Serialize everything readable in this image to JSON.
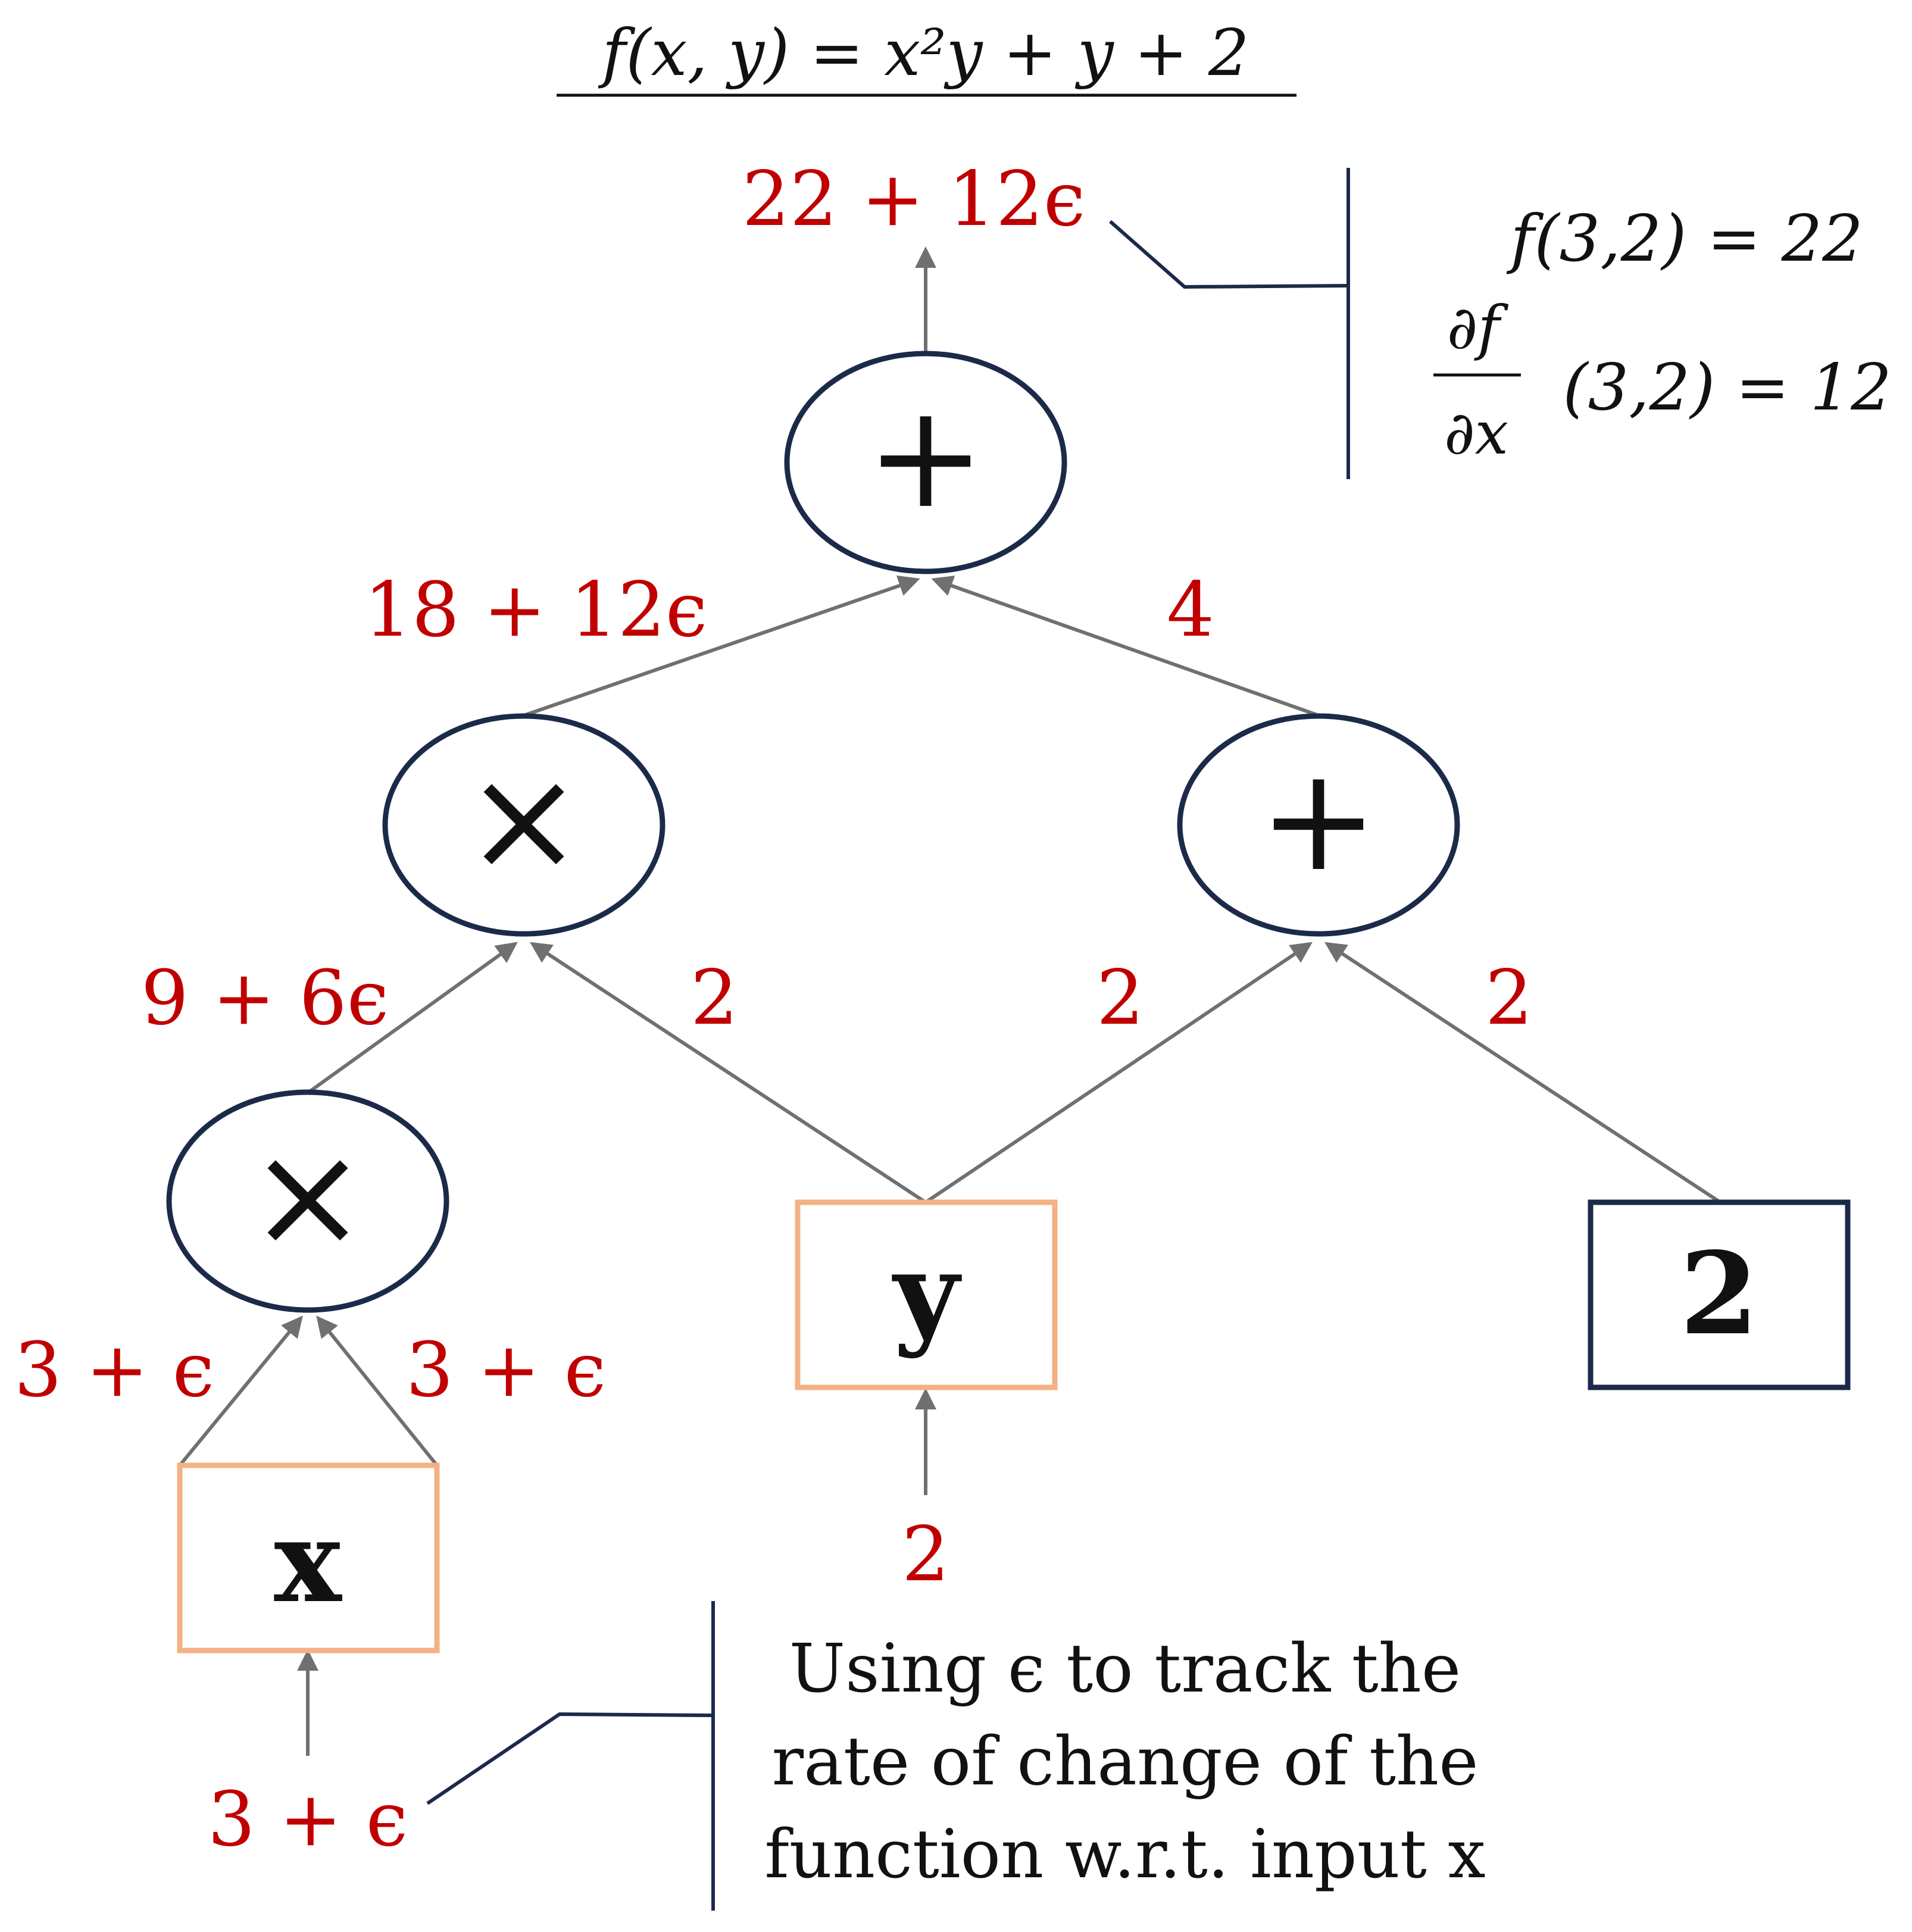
{
  "colors": {
    "value_text": "#c00000",
    "node_stroke": "#1c2a4a",
    "input_box_stroke": "#f4b183",
    "edge": "#707070",
    "text": "#111111"
  },
  "title": "f(x, y) = x²y + y + 2",
  "nodes": {
    "top_plus": "+",
    "mul_upper": "×",
    "plus_right": "+",
    "mul_lower": "×",
    "input_x": "x",
    "input_y": "y",
    "const_2": "2"
  },
  "edge_values": {
    "output": "22 + 12ϵ",
    "mul_upper_out": "18 + 12ϵ",
    "plus_right_out": "4",
    "mul_lower_out": "9 + 6ϵ",
    "y_to_mul": "2",
    "y_to_plus": "2",
    "const_to_plus": "2",
    "x_left": "3 + ϵ",
    "x_right": "3 + ϵ",
    "y_input": "2",
    "x_input": "3 + ϵ"
  },
  "result_annotation": {
    "line1": "f(3,2) = 22",
    "partial_num": "∂f",
    "partial_den": "∂x",
    "partial_rest": "(3,2) = 12"
  },
  "epsilon_annotation": {
    "line1": "Using ϵ to track the",
    "line2": "rate of change of the",
    "line3": "function w.r.t. input x"
  }
}
